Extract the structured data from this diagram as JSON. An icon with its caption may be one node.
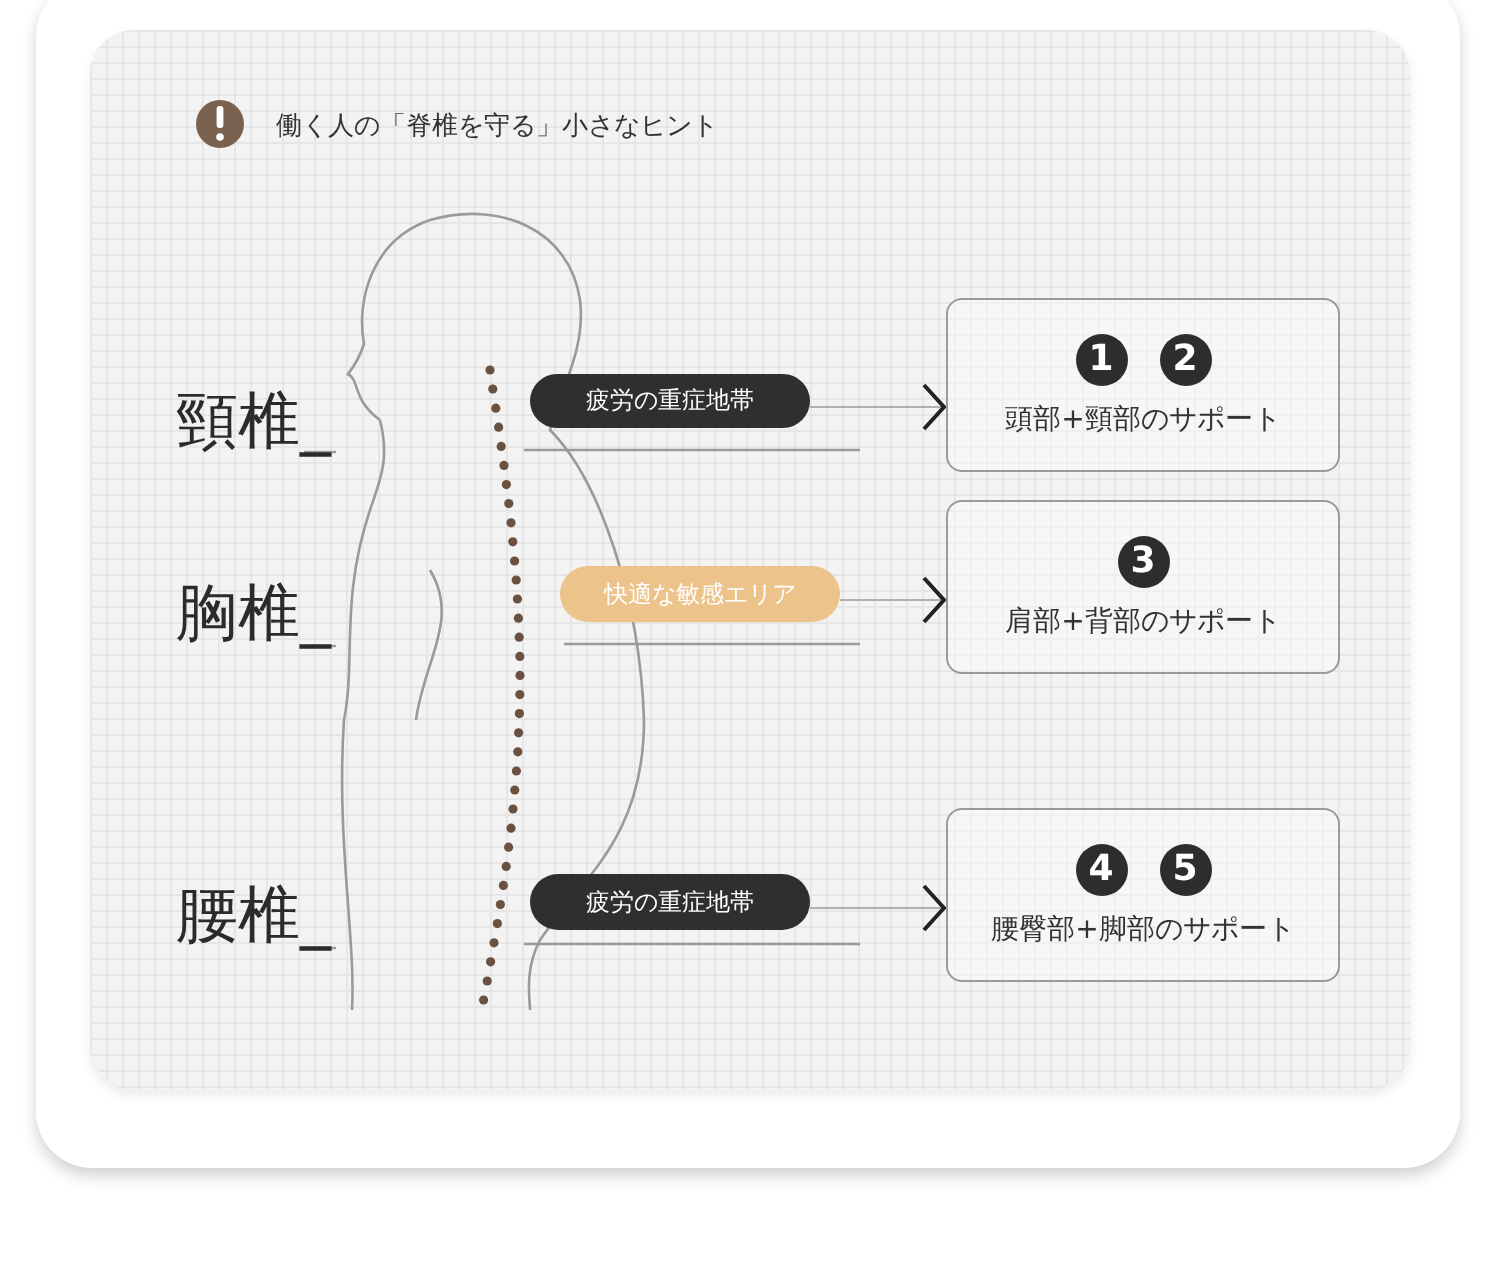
{
  "diagram": {
    "title": "働く人の「脊椎を守る」小さなヒント",
    "nodes": [
      {
        "text": [
          "疲労の重症地帯"
        ]
      },
      {
        "text": [
          "1",
          "2",
          "頭部+頸部のサポート"
        ]
      },
      {
        "text": [
          "快適な敏感エリア"
        ]
      },
      {
        "text": [
          "3",
          "肩部+背部のサポート"
        ]
      },
      {
        "text": [
          "疲労の重症地帯"
        ]
      },
      {
        "text": [
          "4",
          "5",
          "腰臀部+脚部のサポート"
        ]
      }
    ],
    "edges": [
      {
        "from": 0,
        "to": 1,
        "arrow": "to"
      },
      {
        "from": 2,
        "to": 3,
        "arrow": "to"
      },
      {
        "from": 4,
        "to": 5,
        "arrow": "to"
      }
    ],
    "labels": [
      "頸椎_",
      "胸椎_",
      "腰椎_"
    ]
  }
}
